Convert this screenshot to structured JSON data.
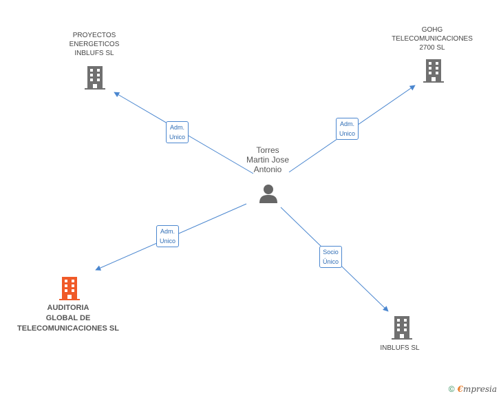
{
  "center": {
    "lines": [
      "Torres",
      "Martin Jose",
      "Antonio"
    ],
    "icon": "person-icon"
  },
  "nodes": [
    {
      "id": "proyectos",
      "lines": [
        "PROYECTOS",
        "ENERGETICOS",
        "INBLUFS SL"
      ],
      "icon": "building-icon",
      "color": "#707070"
    },
    {
      "id": "gohg",
      "lines": [
        "GOHG",
        "TELECOMUNICACIONES",
        "2700 SL"
      ],
      "icon": "building-icon",
      "color": "#707070"
    },
    {
      "id": "auditoria",
      "lines": [
        "AUDITORIA",
        "GLOBAL DE",
        "TELECOMUNICACIONES SL"
      ],
      "icon": "building-icon",
      "color": "#f05a28"
    },
    {
      "id": "inblufs",
      "lines": [
        "INBLUFS SL"
      ],
      "icon": "building-icon",
      "color": "#707070"
    }
  ],
  "edges": [
    {
      "to": "proyectos",
      "label": [
        "Adm.",
        "Unico"
      ]
    },
    {
      "to": "gohg",
      "label": [
        "Adm.",
        "Unico"
      ]
    },
    {
      "to": "auditoria",
      "label": [
        "Adm.",
        "Unico"
      ]
    },
    {
      "to": "inblufs",
      "label": [
        "Socio",
        "Único"
      ]
    }
  ],
  "colors": {
    "edge": "#4a86cf",
    "person": "#666666"
  },
  "footer": {
    "copyright": "©",
    "brand_first": "€",
    "brand_rest": "mpresia"
  }
}
